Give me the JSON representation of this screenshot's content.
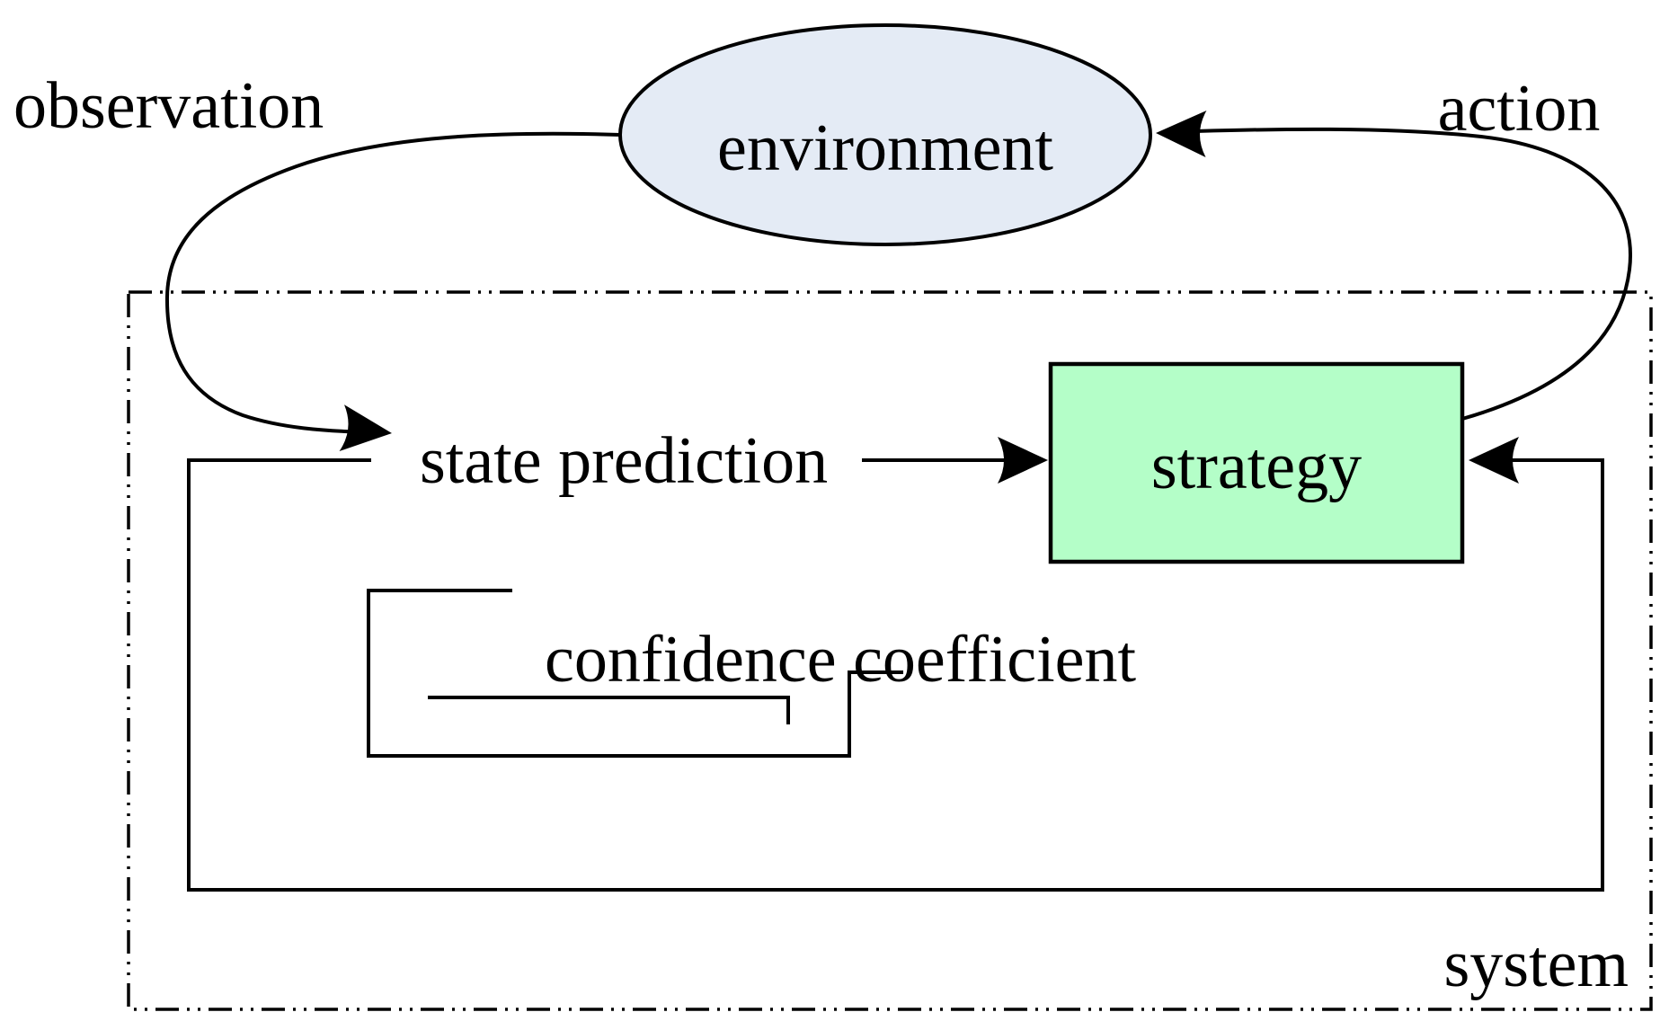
{
  "diagram": {
    "nodes": {
      "environment": {
        "label": "environment",
        "fill": "#e4ebf5",
        "stroke": "#000000"
      },
      "strategy": {
        "label": "strategy",
        "fill": "#b4fec8",
        "stroke": "#000000"
      }
    },
    "edge_labels": {
      "observation": "observation",
      "action": "action",
      "state_prediction": "state prediction",
      "confidence_coefficient": "confidence coefficient"
    },
    "container": {
      "label": "system"
    },
    "colors": {
      "line": "#000000",
      "background": "#ffffff"
    }
  }
}
